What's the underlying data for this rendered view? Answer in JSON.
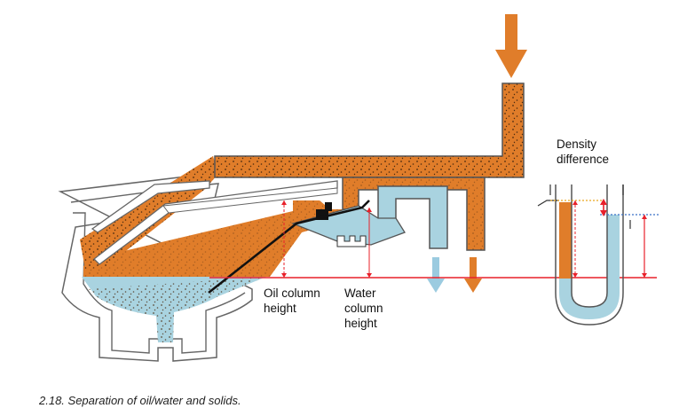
{
  "labels": {
    "oil_column": "Oil column\nheight",
    "water_column": "Water\ncolumn\nheight",
    "density": "Density\ndifference"
  },
  "caption": "2.18. Separation of oil/water and solids.",
  "colors": {
    "oil": "#e07d2a",
    "water": "#a9d3e0",
    "outline": "#555555",
    "reference_line": "#e8202a",
    "arrow_orange": "#e07d2a",
    "arrow_blue": "#9bcbe0"
  },
  "icons": [
    "inflow-arrow-icon",
    "water-outflow-arrow-icon",
    "oil-outflow-arrow-icon"
  ]
}
